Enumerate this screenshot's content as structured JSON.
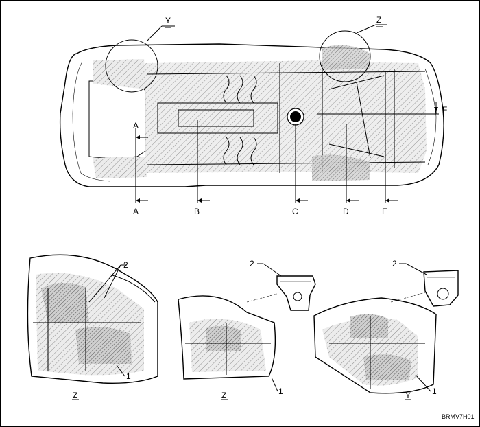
{
  "title": "",
  "detail_circles": {
    "y_label": "Y",
    "z_label": "Z"
  },
  "sections": {
    "a": "A",
    "a_upper": "A",
    "b": "B",
    "c": "C",
    "d": "D",
    "e": "E",
    "f": "F"
  },
  "details": {
    "z1": {
      "view": "Z",
      "part1": "1",
      "part2": "2"
    },
    "z2": {
      "view": "Z",
      "part1": "1",
      "part2": "2"
    },
    "y": {
      "view": "Y",
      "part1": "1",
      "part2": "2"
    }
  },
  "figure_code": "BRMV7H01",
  "colors": {
    "ink": "#000000",
    "paper": "#ffffff",
    "shade": "#d9d9d9"
  }
}
